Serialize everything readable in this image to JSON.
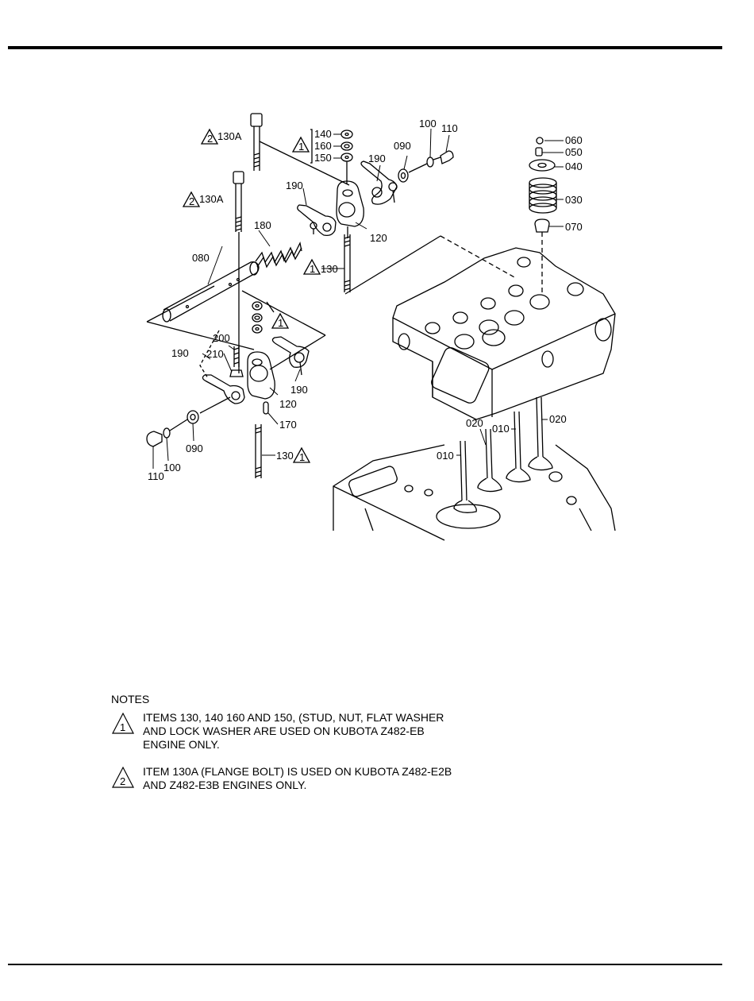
{
  "diagram": {
    "part_labels": {
      "p010a": "010",
      "p010b": "010",
      "p020a": "020",
      "p020b": "020",
      "p030": "030",
      "p040": "040",
      "p050": "050",
      "p060": "060",
      "p070": "070",
      "p080": "080",
      "p090a": "090",
      "p090b": "090",
      "p100a": "100",
      "p100b": "100",
      "p110a": "110",
      "p110b": "110",
      "p120a": "120",
      "p120b": "120",
      "p130a": "130",
      "p130b": "130",
      "p130A_a": "130A",
      "p130A_b": "130A",
      "p140": "140",
      "p150": "150",
      "p160": "160",
      "p170": "170",
      "p180": "180",
      "p190a": "190",
      "p190b": "190",
      "p190c": "190",
      "p190d": "190",
      "p200": "200",
      "p210": "210"
    },
    "note_markers": {
      "one": "1",
      "two": "2"
    }
  },
  "notes": {
    "title": "NOTES",
    "items": [
      {
        "marker": "1",
        "lines": [
          "ITEMS 130, 140 160 AND 150, (STUD, NUT, FLAT WASHER",
          "AND LOCK WASHER  ARE USED ON KUBOTA Z482-EB",
          "ENGINE ONLY."
        ]
      },
      {
        "marker": "2",
        "lines": [
          "ITEM 130A (FLANGE BOLT) IS USED ON KUBOTA Z482-E2B",
          "AND Z482-E3B ENGINES ONLY."
        ]
      }
    ]
  }
}
